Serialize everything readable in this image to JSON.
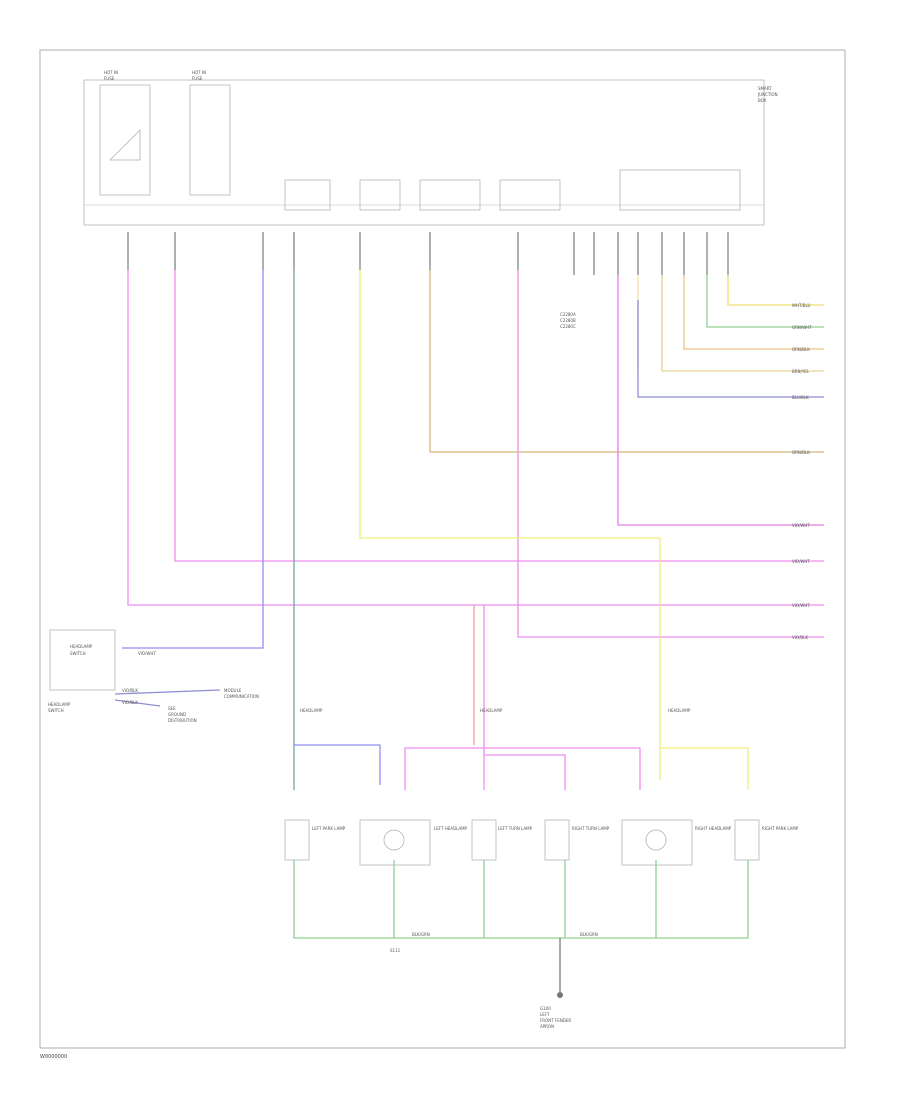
{
  "figure_code": "W0000000",
  "colors": {
    "frame": "#9a9a9a",
    "pink": "#f08cf0",
    "magenta": "#e87de8",
    "blue": "#8f8ff5",
    "teal": "#6aa8a8",
    "yellow": "#efef7a",
    "tan": "#d8b878",
    "salmon": "#f0a090",
    "green": "#8fd08f",
    "orange": "#f2c070",
    "navy": "#8e8ed8"
  },
  "top_labels": [
    {
      "text": "HOT IN"
    },
    {
      "text": "FUSE"
    },
    {
      "text": "HOT IN"
    },
    {
      "text": "FUSE"
    },
    {
      "text": "SMART"
    },
    {
      "text": "JUNCTION"
    },
    {
      "text": "BOX"
    }
  ],
  "right_terminals": [
    {
      "label": "WHT/BLU"
    },
    {
      "label": "GRN/WHT"
    },
    {
      "label": "ORN/BLK"
    },
    {
      "label": "BRN/YEL"
    },
    {
      "label": "BLU/BLK"
    },
    {
      "label": "ORN/BLK"
    },
    {
      "label": "VIO/WHT"
    },
    {
      "label": "VIO/WHT"
    },
    {
      "label": "VIO/WHT"
    },
    {
      "label": "VIO/BLK"
    }
  ],
  "connector_labels": [
    {
      "text": "C2280A"
    },
    {
      "text": "C2280B"
    },
    {
      "text": "C2280C"
    }
  ],
  "switch_block": {
    "title": "HEADLAMP",
    "sub": "SWITCH",
    "caption_1": "HEADLAMP",
    "caption_2": "SWITCH",
    "wire_1": "VIO/WHT",
    "wire_2": "VIO/BLK",
    "wire_3": "VIO/BLK",
    "dest": "MODULE",
    "dest_2": "COMMUNICATION",
    "side_1": "SEE",
    "side_2": "GROUND",
    "side_3": "DISTRIBUTION"
  },
  "bundle_labels": [
    {
      "text": "HEADLAMP"
    },
    {
      "text": "HEADLAMP"
    },
    {
      "text": "HEADLAMP"
    }
  ],
  "components": [
    {
      "name": "LEFT PARK LAMP"
    },
    {
      "name": "LEFT HEADLAMP"
    },
    {
      "name": "LEFT TURN LAMP"
    },
    {
      "name": "RIGHT TURN LAMP"
    },
    {
      "name": "RIGHT HEADLAMP"
    },
    {
      "name": "RIGHT PARK LAMP"
    }
  ],
  "ground": {
    "wire_left": "BLK/GRN",
    "wire_right": "BLK/GRN",
    "splice": "S111",
    "g_label": "G100",
    "caption_1": "LEFT",
    "caption_2": "FRONT FENDER",
    "caption_3": "APRON"
  }
}
